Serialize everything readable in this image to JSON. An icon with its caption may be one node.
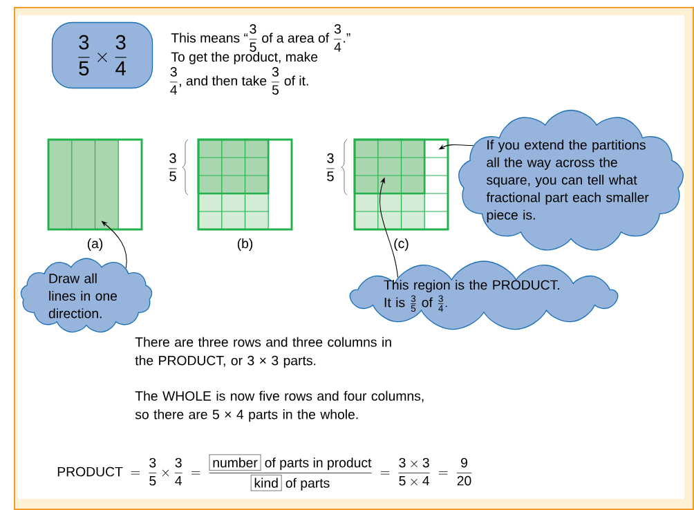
{
  "diagram": {
    "nodes": [
      {
        "text": [
          "\\frac{3}{5} \\times \\frac{3}{4}"
        ]
      },
      {
        "text": [],
        "shape": "box",
        "beside": [
          "(a)"
        ]
      },
      {
        "text": [],
        "shape": "box",
        "beside": [
          "(b)"
        ]
      },
      {
        "text": [],
        "shape": "box",
        "beside": [
          "(c)"
        ]
      },
      {
        "text": [
          "Draw all lines in one direction."
        ]
      },
      {
        "text": [
          "If you extend the partitions all the way across the square, you can tell what fractional part each smaller piece is."
        ]
      },
      {
        "text": [
          "This region is the PRODUCT.",
          "\\text{It is } \\tfrac{3}{5} \\text{ of } \\tfrac{3}{4}."
        ]
      }
    ],
    "edges": [
      {
        "from": 4,
        "to": 1,
        "arrow": "to"
      },
      {
        "from": 5,
        "to": 3,
        "arrow": "to"
      },
      {
        "from": 6,
        "to": 3,
        "arrow": "to"
      }
    ],
    "labels": [
      "\\text{This means “}\\dfrac{3}{5}\\text{ of a area of }\\dfrac{3}{4}\\text{.”}",
      "To get the product, make",
      "\\dfrac{3}{4}\\text{, and then take }\\dfrac{3}{5}\\text{ of it.}",
      "\\frac{3}{5}",
      "\\frac{3}{5}",
      "There are three rows and three columns in the PRODUCT, or 3 × 3 parts.",
      "The WHOLE is now five rows and four columns, so there are 5 × 4 parts in the whole.",
      "\\text{PRODUCT} \\;=\\; \\frac{3}{5}\\times\\frac{3}{4} \\;=\\; \\frac{\\fbox{number}\\text{ of parts in product}}{\\fbox{kind}\\text{ of parts}} \\;=\\; \\frac{3\\times 3}{5\\times 4} \\;=\\; \\frac{9}{20}"
    ]
  }
}
